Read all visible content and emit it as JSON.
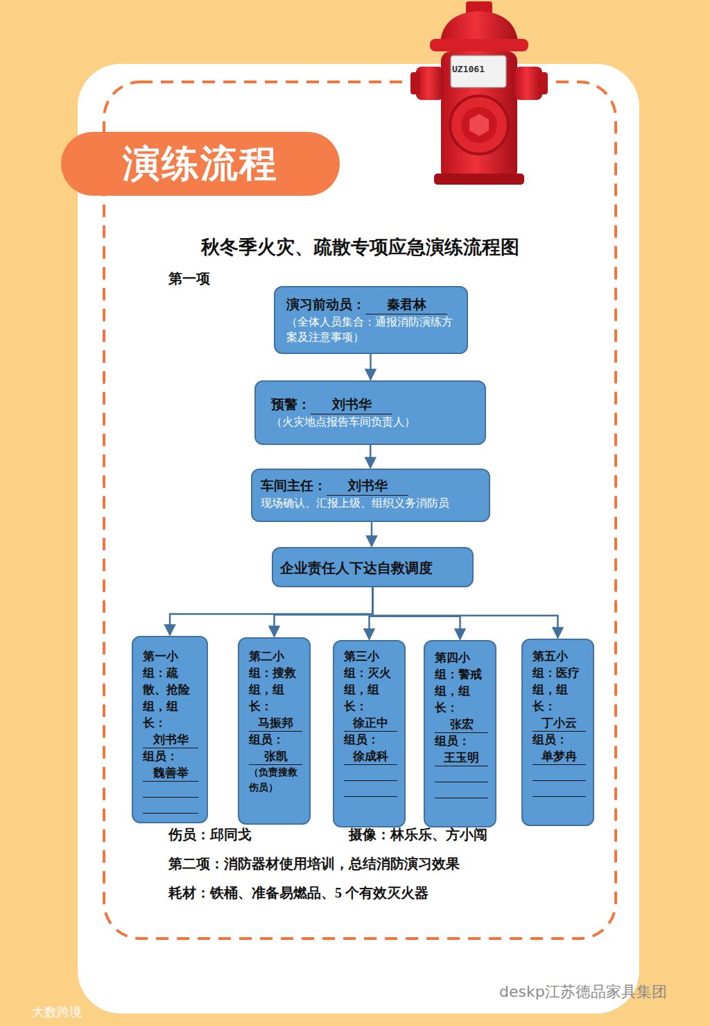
{
  "diagram": {
    "title": "秋冬季火灾、疏散专项应急演练流程图",
    "nodes": [
      {
        "text": [
          "演练流程"
        ]
      },
      {
        "text": [
          "演习前动员：",
          "秦君林",
          "（全体人员集合：通报消防演练方案及注意事项）"
        ]
      },
      {
        "text": [
          "预警：",
          "刘书华",
          "（火灾地点报告车间负责人）"
        ]
      },
      {
        "text": [
          "车间主任：",
          "刘书华",
          "现场确认、汇报上级、组织义务消防员"
        ]
      },
      {
        "text": [
          "企业责任人下达自救调度"
        ]
      },
      {
        "text": [
          "第一小组：疏散、抢险组，组长：",
          "刘书华",
          "组员：",
          "魏善举"
        ]
      },
      {
        "text": [
          "第二小组：搜救组，组长：",
          "马振邦",
          "组员：",
          "张凯",
          "（负责搜救伤员）"
        ]
      },
      {
        "text": [
          "第三小组：灭火组，组长：",
          "徐正中",
          "组员：",
          "徐成科"
        ]
      },
      {
        "text": [
          "第四小组：警戒组，组长：",
          "张宏",
          "组员：",
          "王玉明"
        ]
      },
      {
        "text": [
          "第五小组：医疗组，组长：",
          "丁小云",
          "组员：",
          "单梦冉"
        ]
      }
    ],
    "edges": [
      {
        "from": 1,
        "to": 2,
        "arrow": "to"
      },
      {
        "from": 2,
        "to": 3,
        "arrow": "to"
      },
      {
        "from": 3,
        "to": 4,
        "arrow": "to"
      },
      {
        "from": 4,
        "to": 5,
        "arrow": "to"
      },
      {
        "from": 4,
        "to": 6,
        "arrow": "to"
      },
      {
        "from": 4,
        "to": 7,
        "arrow": "to"
      },
      {
        "from": 4,
        "to": 8,
        "arrow": "to"
      },
      {
        "from": 4,
        "to": 9,
        "arrow": "to"
      }
    ],
    "labels": [
      "第一项",
      "伤员：邱同戈",
      "摄像：林乐乐、方小闯",
      "第二项：消防器材使用培训，总结消防演习效果",
      "耗材：铁桶、准备易燃品、5 个有效灭火器",
      "UZ1061",
      "大数跨境",
      "deskp江苏德品家具集团"
    ]
  }
}
